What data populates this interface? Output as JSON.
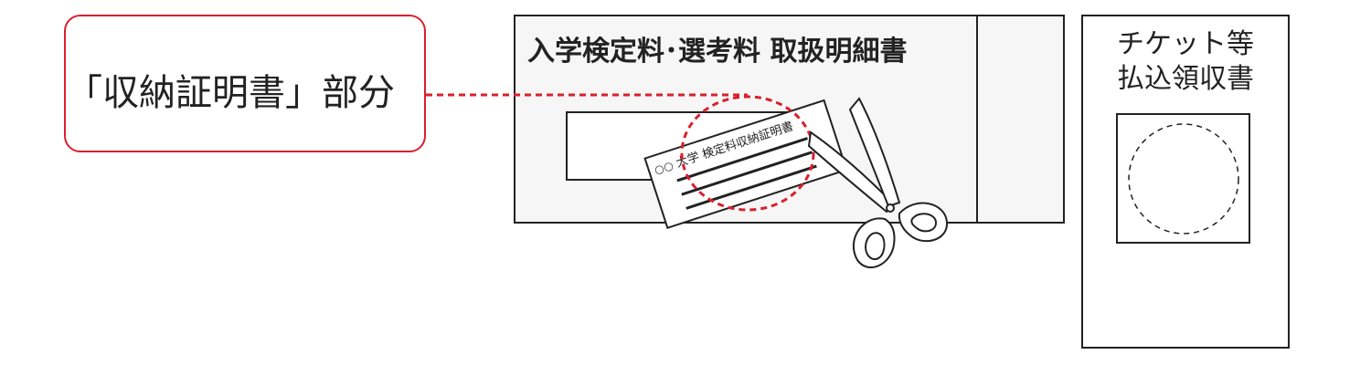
{
  "callout": {
    "label": "「収納証明書」部分"
  },
  "statement": {
    "title": "入学検定料･選考料 取扱明細書"
  },
  "certificate_slip": {
    "circles": "○○",
    "title": "大学 検定料収納証明書"
  },
  "receipt": {
    "title_line1": "チケット等",
    "title_line2": "払込領収書"
  },
  "colors": {
    "accent": "#d9202d",
    "ink": "#222222",
    "panel_fill": "#f6f6f6",
    "paper": "#ffffff"
  }
}
